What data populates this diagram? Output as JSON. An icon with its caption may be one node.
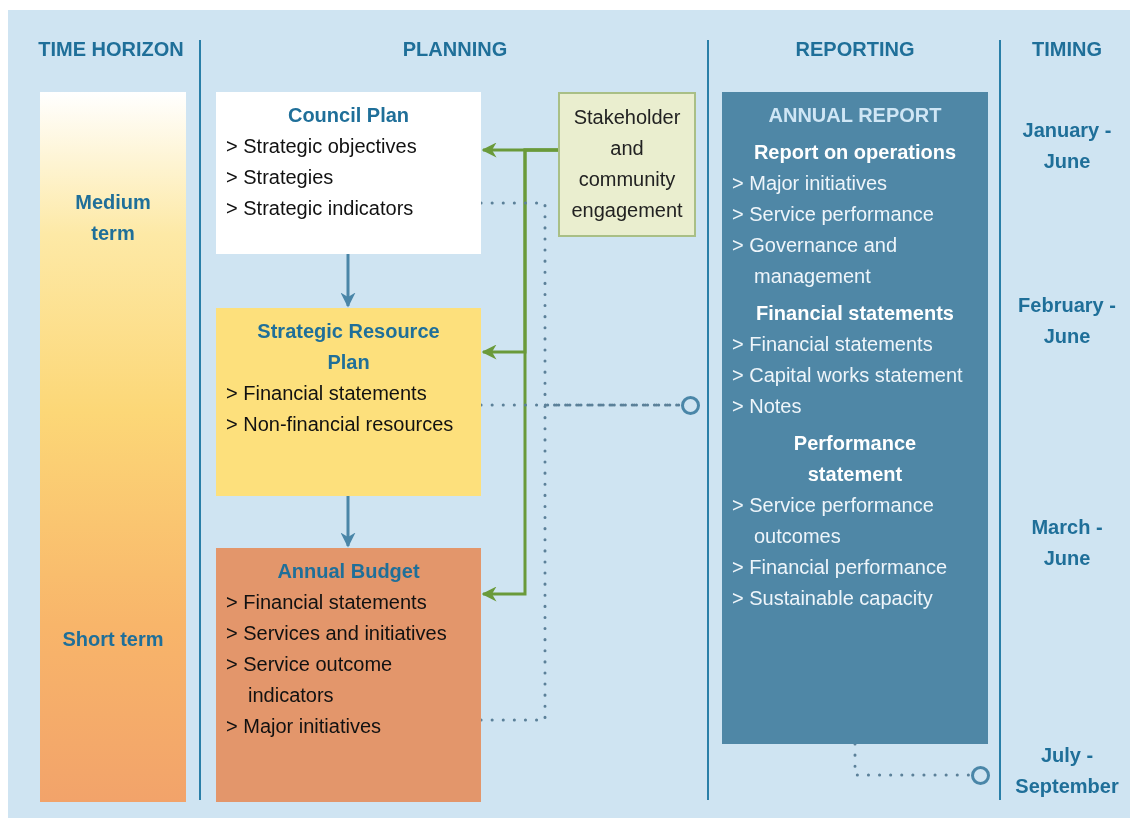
{
  "diagram": {
    "nodes": [
      {
        "text": [
          "Medium term",
          "Short term"
        ]
      },
      {
        "text": [
          "Council Plan",
          "> Strategic objectives",
          "> Strategies",
          "> Strategic indicators"
        ]
      },
      {
        "text": [
          "Strategic Resource Plan",
          "> Financial statements",
          "> Non-financial resources"
        ]
      },
      {
        "text": [
          "Annual Budget",
          "> Financial statements",
          "> Services and initiatives",
          "> Service outcome indicators",
          "> Major initiatives"
        ]
      },
      {
        "text": [
          "Stakeholder and community engagement"
        ]
      },
      {
        "text": [
          "ANNUAL REPORT",
          "Report on operations",
          "> Major initiatives",
          "> Service performance",
          "> Governance and management",
          "Financial statements",
          "> Financial statements",
          "> Capital works statement",
          "> Notes",
          "Performance statement",
          "> Service performance outcomes",
          "> Financial performance",
          "> Sustainable capacity"
        ]
      },
      {
        "text": [],
        "shape": "circle"
      },
      {
        "text": [],
        "shape": "circle"
      }
    ],
    "edges": [
      {
        "from": 1,
        "to": 2,
        "arrow": "to",
        "color": "#4a86a8"
      },
      {
        "from": 2,
        "to": 3,
        "arrow": "to",
        "color": "#4a86a8"
      },
      {
        "from": 4,
        "to": 1,
        "arrow": "to",
        "color": "#6a9a3a"
      },
      {
        "from": 4,
        "to": 2,
        "arrow": "to",
        "color": "#6a9a3a"
      },
      {
        "from": 4,
        "to": 3,
        "arrow": "to",
        "color": "#6a9a3a"
      },
      {
        "from": 1,
        "to": 6,
        "arrow": "none",
        "style": "dashed"
      },
      {
        "from": 2,
        "to": 6,
        "arrow": "none",
        "style": "dashed"
      },
      {
        "from": 3,
        "to": 6,
        "arrow": "none",
        "style": "dashed"
      },
      {
        "from": 5,
        "to": 7,
        "arrow": "none",
        "style": "dashed"
      }
    ],
    "labels": [
      "TIME HORIZON",
      "PLANNING",
      "REPORTING",
      "TIMING",
      "January - June",
      "February - June",
      "March - June",
      "July - September"
    ]
  }
}
